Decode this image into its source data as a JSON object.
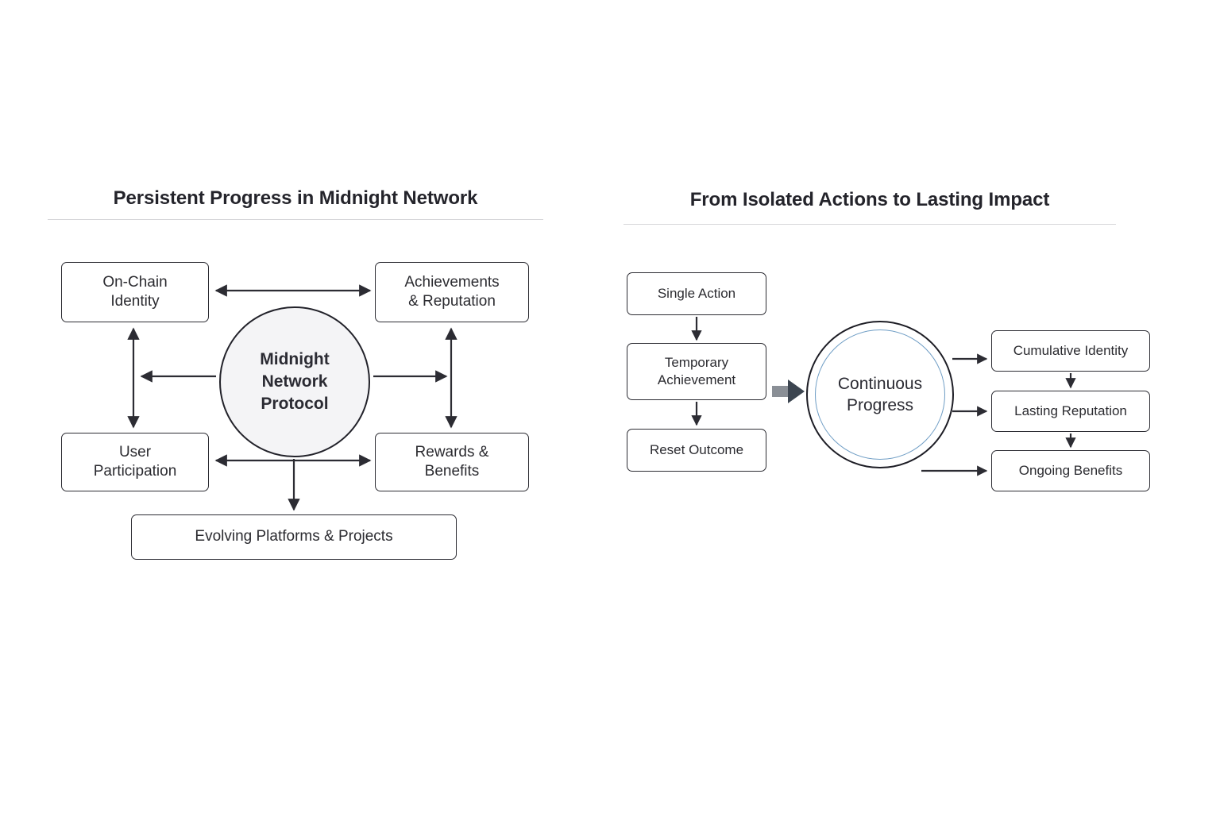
{
  "panels": [
    {
      "id": "left",
      "title": "Persistent Progress in Midnight Network",
      "hub": "Midnight\nNetwork\nProtocol",
      "hub_lines": [
        "Midnight",
        "Network",
        "Protocol"
      ],
      "nodes": [
        {
          "key": "on_chain_identity",
          "label": "On-Chain\nIdentity",
          "lines": [
            "On-Chain",
            "Identity"
          ]
        },
        {
          "key": "achievements",
          "label": "Achievements\n& Reputation",
          "lines": [
            "Achievements",
            "& Reputation"
          ]
        },
        {
          "key": "user_participation",
          "label": "User\nParticipation",
          "lines": [
            "User",
            "Participation"
          ]
        },
        {
          "key": "rewards_benefits",
          "label": "Rewards &\nBenefits",
          "lines": [
            "Rewards &",
            "Benefits"
          ]
        },
        {
          "key": "evolving_platforms",
          "label": "Evolving Platforms & Projects",
          "lines": [
            "Evolving Platforms & Projects"
          ]
        }
      ],
      "connectors": [
        {
          "from": "on_chain_identity",
          "to": "achievements",
          "type": "double-horizontal"
        },
        {
          "from": "on_chain_identity",
          "to": "user_participation",
          "type": "double-vertical"
        },
        {
          "from": "achievements",
          "to": "rewards_benefits",
          "type": "double-vertical"
        },
        {
          "from": "hub",
          "to": "on_chain_identity",
          "type": "single-left"
        },
        {
          "from": "hub",
          "to": "rewards_benefits",
          "type": "single-right"
        },
        {
          "from": "user_participation",
          "to": "rewards_benefits",
          "type": "double-horizontal"
        },
        {
          "from": "hub",
          "to": "evolving_platforms",
          "type": "single-down"
        }
      ]
    },
    {
      "id": "right",
      "title": "From Isolated Actions to Lasting Impact",
      "hub": "Continuous\nProgress",
      "hub_lines": [
        "Continuous",
        "Progress"
      ],
      "before_chain": [
        {
          "key": "single_action",
          "label": "Single Action",
          "lines": [
            "Single Action"
          ]
        },
        {
          "key": "temporary_achievement",
          "label": "Temporary\nAchievement",
          "lines": [
            "Temporary",
            "Achievement"
          ]
        },
        {
          "key": "reset_outcome",
          "label": "Reset Outcome",
          "lines": [
            "Reset Outcome"
          ]
        }
      ],
      "after_chain": [
        {
          "key": "cumulative_identity",
          "label": "Cumulative Identity",
          "lines": [
            "Cumulative Identity"
          ]
        },
        {
          "key": "lasting_reputation",
          "label": "Lasting Reputation",
          "lines": [
            "Lasting Reputation"
          ]
        },
        {
          "key": "ongoing_benefits",
          "label": "Ongoing Benefits",
          "lines": [
            "Ongoing Benefits"
          ]
        }
      ],
      "transition_arrow": "thick-right-arrow"
    }
  ],
  "colors": {
    "background": "#ffffff",
    "stroke": "#2c2c33",
    "title_text": "#24242b",
    "body_text": "#2b2b30",
    "rule": "#d6d6d9",
    "hub_fill": "#f4f4f6",
    "ring_accent": "#6d9cc4",
    "thick_arrow_tail": "#8a8f96",
    "thick_arrow_head": "#3c4550"
  }
}
